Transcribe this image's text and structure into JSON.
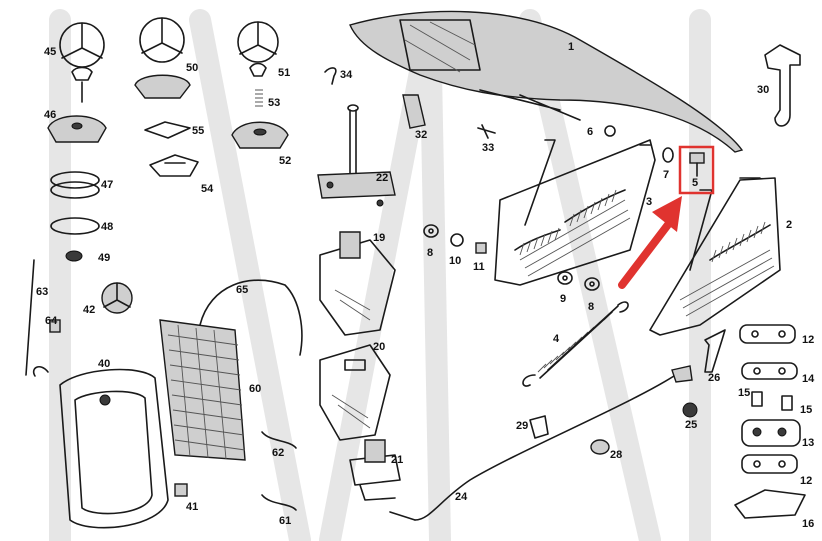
{
  "labels": {
    "l1": "1",
    "l2": "2",
    "l3": "3",
    "l4": "4",
    "l5": "5",
    "l6": "6",
    "l7": "7",
    "l8a": "8",
    "l8b": "8",
    "l9": "9",
    "l10": "10",
    "l11": "11",
    "l12a": "12",
    "l12b": "12",
    "l13": "13",
    "l14": "14",
    "l15a": "15",
    "l15b": "15",
    "l16": "16",
    "l19": "19",
    "l20": "20",
    "l21": "21",
    "l22": "22",
    "l24": "24",
    "l25": "25",
    "l26": "26",
    "l28": "28",
    "l29": "29",
    "l30": "30",
    "l32": "32",
    "l33": "33",
    "l34": "34",
    "l40": "40",
    "l41": "41",
    "l42": "42",
    "l45": "45",
    "l46": "46",
    "l47": "47",
    "l48": "48",
    "l49": "49",
    "l50": "50",
    "l51": "51",
    "l52": "52",
    "l53": "53",
    "l54": "54",
    "l55": "55",
    "l60": "60",
    "l61": "61",
    "l62": "62",
    "l63": "63",
    "l64": "64",
    "l65": "65"
  },
  "colors": {
    "highlight": "#e0332f",
    "ink": "#1a1a1a",
    "watermark": "#e6e6e6"
  }
}
